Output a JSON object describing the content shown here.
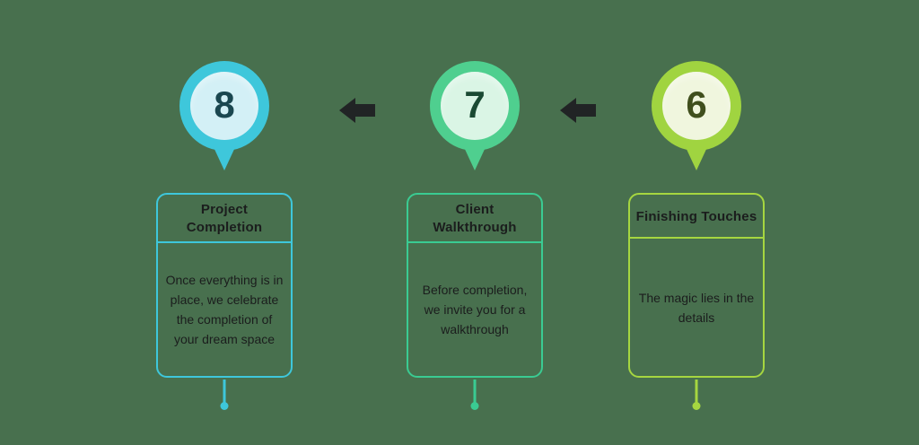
{
  "canvas": {
    "background": "#48704E",
    "text_color": "#1B1D1D",
    "arrow_color": "#212425"
  },
  "steps": [
    {
      "number": "8",
      "title": "Project Completion",
      "description": "Once everything is in place, we celebrate the completion of your dream space",
      "colors": {
        "pin": "#3EC7DB",
        "pin_fill": "#D3F0F6",
        "number": "#1A4750",
        "accent": "#3EC7DB"
      }
    },
    {
      "number": "7",
      "title": "Client Walkthrough",
      "description": "Before completion, we invite you for a walkthrough",
      "colors": {
        "pin": "#4FCF8F",
        "pin_fill": "#DAF5E5",
        "number": "#1A4A33",
        "accent": "#3ACB92"
      }
    },
    {
      "number": "6",
      "title": "Finishing Touches",
      "description": "The magic lies in the details",
      "colors": {
        "pin": "#A0D440",
        "pin_fill": "#F0F6DE",
        "number": "#404F1D",
        "accent": "#A6D640"
      }
    }
  ],
  "arrows": [
    {
      "icon": "arrow-left-icon",
      "direction": "left"
    },
    {
      "icon": "arrow-left-icon",
      "direction": "left"
    }
  ]
}
